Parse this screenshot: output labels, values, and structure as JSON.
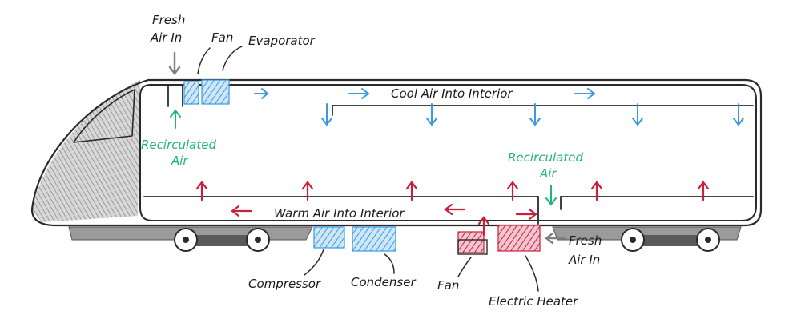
{
  "labels": {
    "fresh_air_top": "Fresh",
    "fresh_air_top_2": "Air In",
    "fan_top": "Fan",
    "evaporator": "Evaporator",
    "cool_air": "Cool Air Into Interior",
    "recirculated_left": "Recirculated",
    "recirculated_left_2": "Air",
    "recirculated_right": "Recirculated",
    "recirculated_right_2": "Air",
    "warm_air": "Warm Air Into Interior",
    "fresh_air_bottom": "Fresh",
    "fresh_air_bottom_2": "Air In",
    "compressor": "Compressor",
    "condenser": "Condenser",
    "fan_bottom": "Fan",
    "electric_heater": "Electric Heater"
  },
  "colors": {
    "cool": "#3a9ae0",
    "warm": "#cc1f3c",
    "recirculated": "#22b573",
    "fresh": "#808080",
    "outline": "#2a2a2a",
    "undercarriage": "#777777"
  }
}
